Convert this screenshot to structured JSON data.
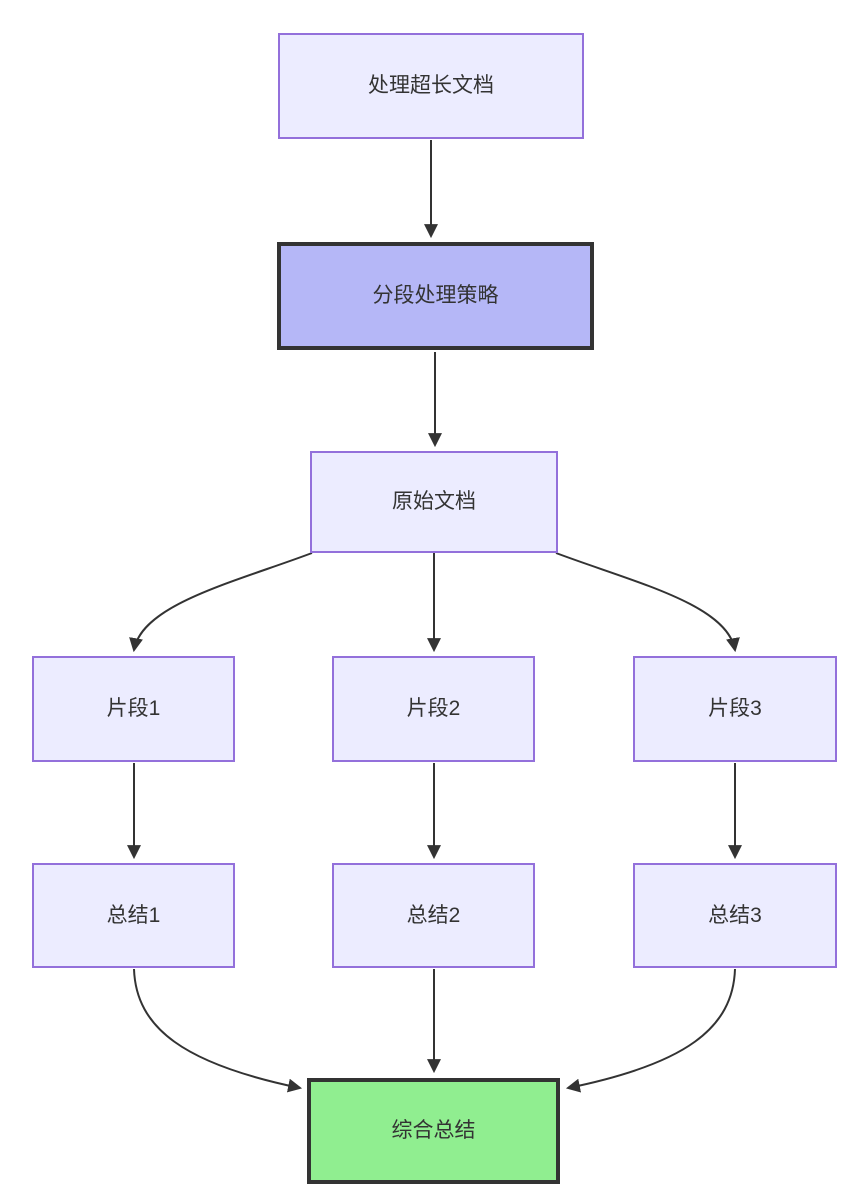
{
  "diagram": {
    "type": "flowchart",
    "direction": "top-down",
    "nodes": {
      "start": {
        "label": "处理超长文档",
        "style": "default"
      },
      "strategy": {
        "label": "分段处理策略",
        "style": "emphasis"
      },
      "doc": {
        "label": "原始文档",
        "style": "default"
      },
      "seg1": {
        "label": "片段1",
        "style": "default"
      },
      "seg2": {
        "label": "片段2",
        "style": "default"
      },
      "seg3": {
        "label": "片段3",
        "style": "default"
      },
      "sum1": {
        "label": "总结1",
        "style": "default"
      },
      "sum2": {
        "label": "总结2",
        "style": "default"
      },
      "sum3": {
        "label": "总结3",
        "style": "default"
      },
      "final": {
        "label": "综合总结",
        "style": "final"
      }
    },
    "edges": [
      {
        "from": "start",
        "to": "strategy",
        "shape": "straight"
      },
      {
        "from": "strategy",
        "to": "doc",
        "shape": "straight"
      },
      {
        "from": "doc",
        "to": "seg1",
        "shape": "curved"
      },
      {
        "from": "doc",
        "to": "seg2",
        "shape": "straight"
      },
      {
        "from": "doc",
        "to": "seg3",
        "shape": "curved"
      },
      {
        "from": "seg1",
        "to": "sum1",
        "shape": "straight"
      },
      {
        "from": "seg2",
        "to": "sum2",
        "shape": "straight"
      },
      {
        "from": "seg3",
        "to": "sum3",
        "shape": "straight"
      },
      {
        "from": "sum1",
        "to": "final",
        "shape": "curved"
      },
      {
        "from": "sum2",
        "to": "final",
        "shape": "straight"
      },
      {
        "from": "sum3",
        "to": "final",
        "shape": "curved"
      }
    ],
    "colors": {
      "canvas_bg": "#ffffff",
      "node_fill": "#ECECFF",
      "node_border": "#9370DB",
      "strategy_fill": "#B5B7F7",
      "final_fill": "#90EE90",
      "strong_border": "#333333",
      "edge": "#333333",
      "text": "#333333"
    }
  }
}
